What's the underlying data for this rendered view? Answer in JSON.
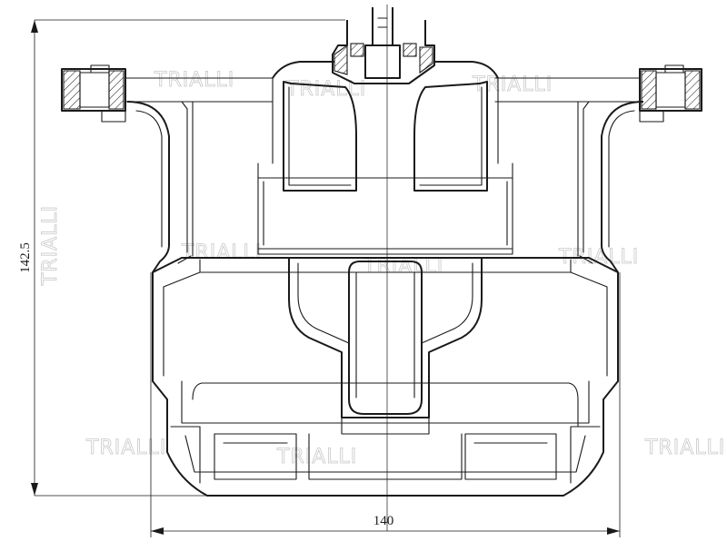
{
  "drawing": {
    "dimension_width": "140",
    "dimension_height": "142.5"
  },
  "watermark": {
    "brand": "TRIALLI"
  }
}
